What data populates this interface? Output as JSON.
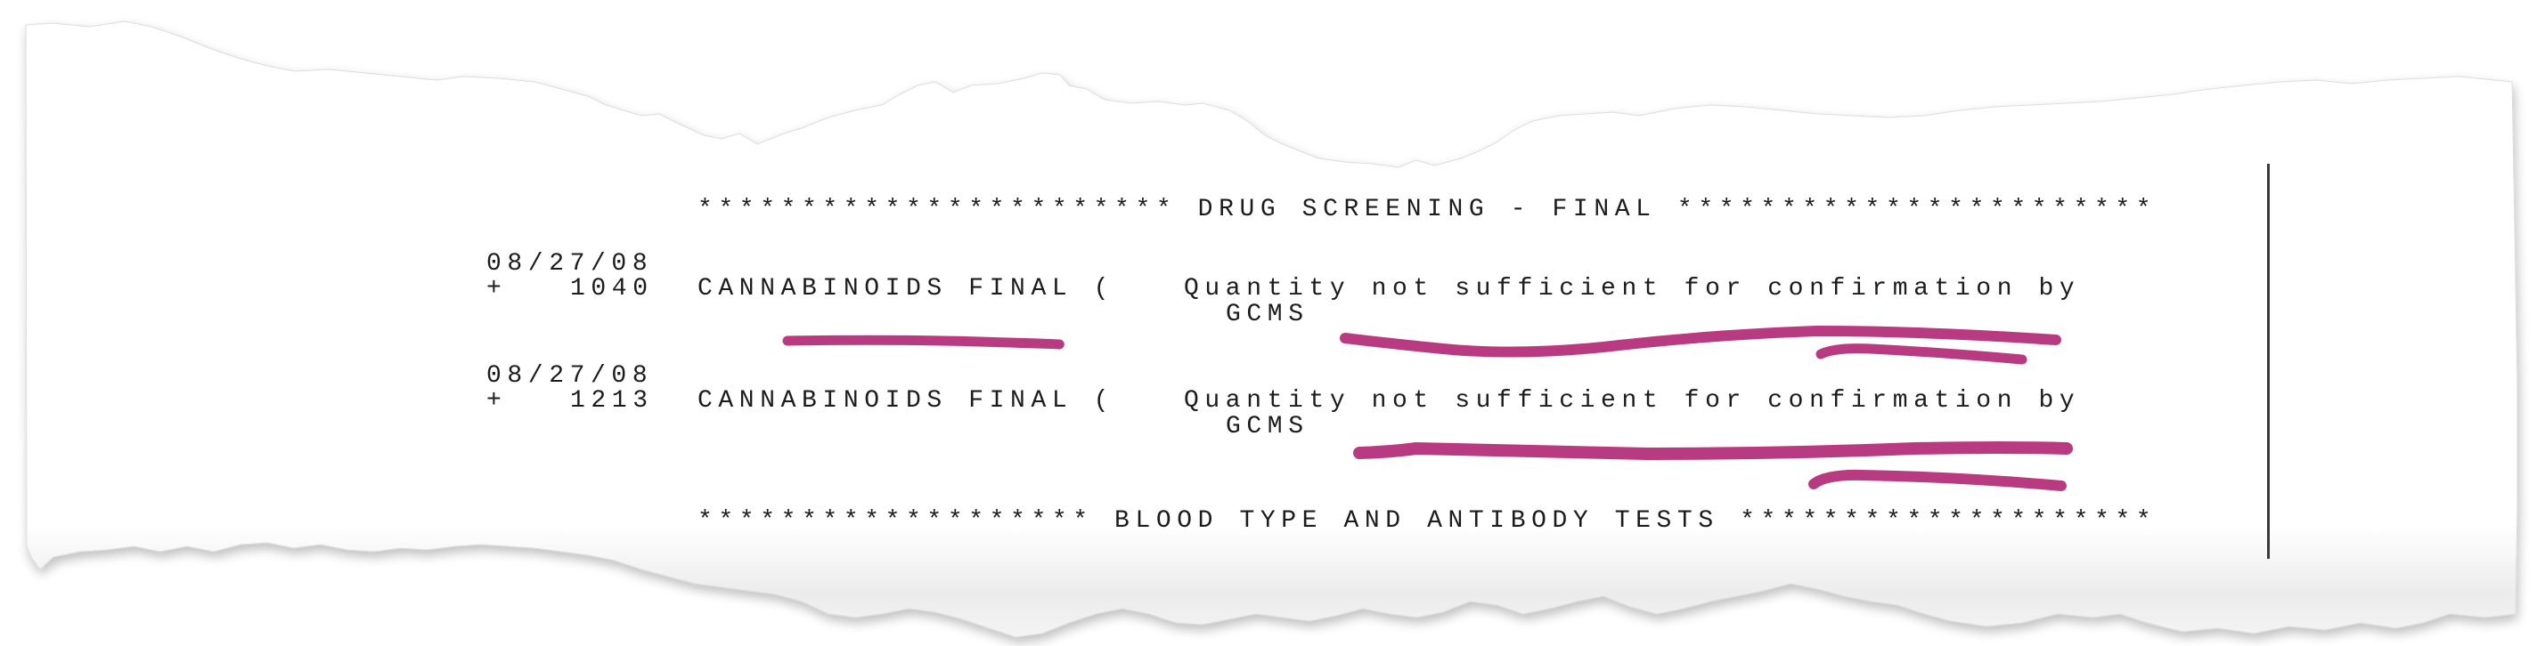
{
  "document": {
    "sections": [
      {
        "header": "*********************** DRUG SCREENING - FINAL ***********************",
        "title": "DRUG SCREENING - FINAL"
      },
      {
        "header": "******************* BLOOD TYPE AND ANTIBODY TESTS ********************",
        "title": "BLOOD TYPE AND ANTIBODY TESTS"
      }
    ],
    "entries": [
      {
        "date": "08/27/08",
        "flag": "+",
        "time": "1040",
        "test": "CANNABINOIDS FINAL (",
        "result_line1": "Quantity not sufficient for confirmation by",
        "result_line2": "GCMS"
      },
      {
        "date": "08/27/08",
        "flag": "+",
        "time": "1213",
        "test": "CANNABINOIDS FINAL (",
        "result_line1": "Quantity not sufficient for confirmation by",
        "result_line2": "GCMS"
      }
    ]
  },
  "colors": {
    "paper": "#ffffff",
    "ink": "#1c1c1c",
    "highlighter": "#b4307a",
    "rule": "#3a3a3a"
  }
}
